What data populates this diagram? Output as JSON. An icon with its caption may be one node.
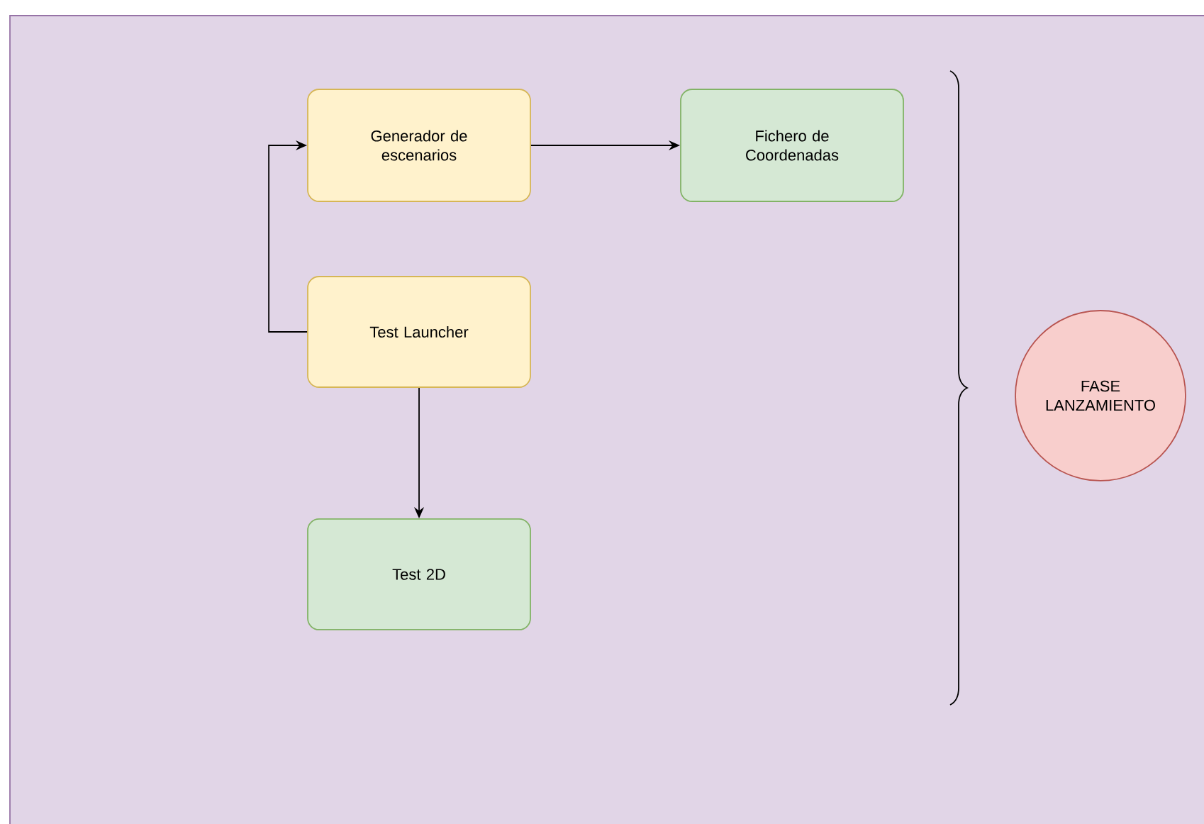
{
  "diagram": {
    "nodes": [
      {
        "text": [
          "Generador de escenarios"
        ]
      },
      {
        "text": [
          "Fichero de Coordenadas"
        ]
      },
      {
        "text": [
          "Test Launcher"
        ]
      },
      {
        "text": [
          "Test 2D"
        ]
      },
      {
        "text": [
          "FASE LANZAMIENTO"
        ]
      }
    ],
    "edges": [
      {
        "from": 2,
        "to": 0,
        "arrow": "to"
      },
      {
        "from": 0,
        "to": 1,
        "arrow": "to"
      },
      {
        "from": 2,
        "to": 3,
        "arrow": "to"
      }
    ]
  }
}
